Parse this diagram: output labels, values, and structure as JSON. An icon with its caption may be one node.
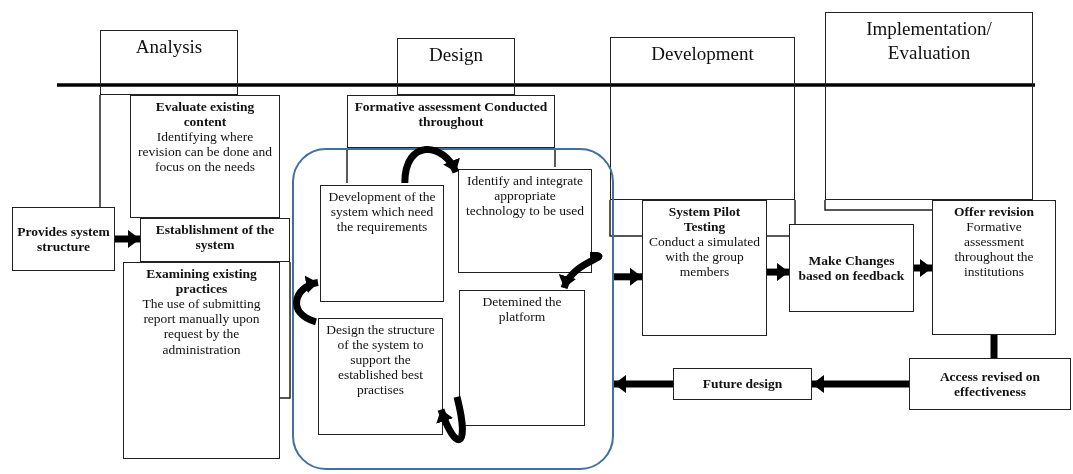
{
  "diagram": {
    "nodes": [
      {
        "text": [
          "Analysis"
        ]
      },
      {
        "text": [
          "Design"
        ]
      },
      {
        "text": [
          "Development"
        ]
      },
      {
        "text": [
          "Implementation/ Evaluation"
        ]
      },
      {
        "text": [
          "Evaluate existing content",
          "Identifying where revision can be done and focus on the needs"
        ]
      },
      {
        "text": [
          "Provides system structure"
        ]
      },
      {
        "text": [
          "Establishment of the system"
        ]
      },
      {
        "text": [
          "Examining existing practices",
          "The use of submitting report manually upon request by the administration"
        ]
      },
      {
        "text": [
          "Formative assessment Conducted throughout"
        ]
      },
      {
        "text": [],
        "shape": "box"
      },
      {
        "text": [
          "Development of the system which need the requirements"
        ],
        "in": 9
      },
      {
        "text": [
          "Identify and integrate appropriate technology to be used"
        ],
        "in": 9
      },
      {
        "text": [
          "Detemined the platform"
        ],
        "in": 9
      },
      {
        "text": [
          "Design the structure of the system to support the established best practises"
        ],
        "in": 9
      },
      {
        "text": [
          "System Pilot Testing",
          "Conduct a simulated with the group members"
        ]
      },
      {
        "text": [
          "Make Changes based on feedback"
        ]
      },
      {
        "text": [
          "Offer revision",
          "Formative assessment throughout the institutions"
        ]
      },
      {
        "text": [
          "Access revised on effectiveness"
        ]
      },
      {
        "text": [
          "Future design"
        ]
      }
    ],
    "edges": [
      {
        "from": 5,
        "to": 6,
        "arrow": "to"
      },
      {
        "from": 10,
        "to": 11,
        "arrow": "to"
      },
      {
        "from": 11,
        "to": 12,
        "arrow": "to"
      },
      {
        "from": 12,
        "to": 13,
        "arrow": "to"
      },
      {
        "from": 13,
        "to": 10,
        "arrow": "to"
      },
      {
        "from": 9,
        "to": 14,
        "arrow": "to"
      },
      {
        "from": 14,
        "to": 15,
        "arrow": "to"
      },
      {
        "from": 15,
        "to": 16,
        "arrow": "to"
      },
      {
        "from": 16,
        "to": 17,
        "arrow": "none"
      },
      {
        "from": 17,
        "to": 18,
        "arrow": "to"
      },
      {
        "from": 18,
        "to": 9,
        "arrow": "to"
      }
    ]
  }
}
